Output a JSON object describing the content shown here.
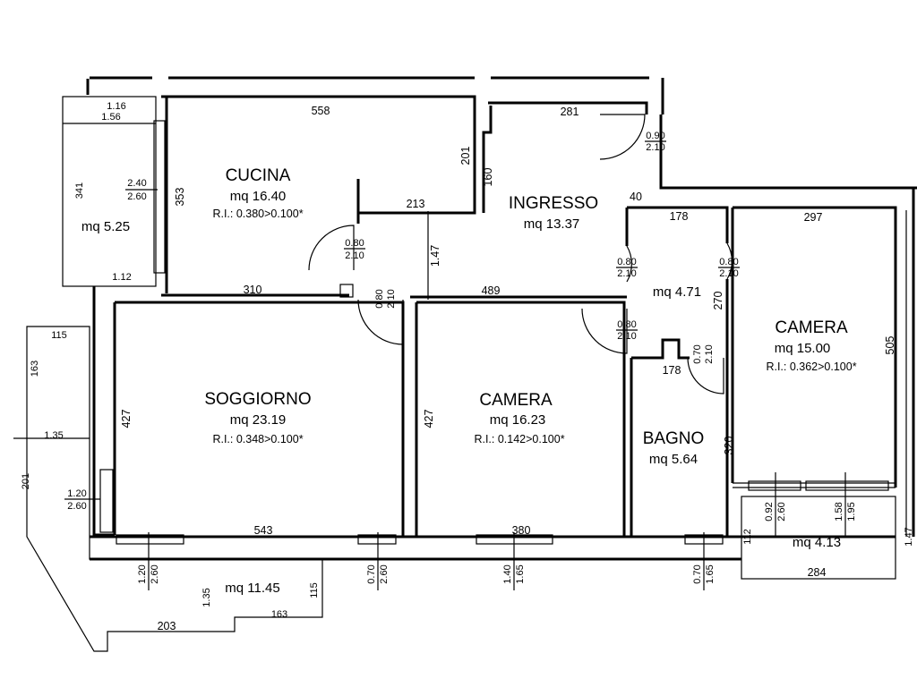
{
  "rooms": {
    "cucina": {
      "name": "CUCINA",
      "area": "mq  16.40",
      "ri": "R.I.:  0.380>0.100*"
    },
    "ingresso": {
      "name": "INGRESSO",
      "area": "mq  13.37"
    },
    "soggiorno": {
      "name": "SOGGIORNO",
      "area": "mq  23.19",
      "ri": "R.I.:  0.348>0.100*"
    },
    "camera1": {
      "name": "CAMERA",
      "area": "mq  16.23",
      "ri": "R.I.:  0.142>0.100*"
    },
    "camera2": {
      "name": "CAMERA",
      "area": "mq  15.00",
      "ri": "R.I.:  0.362>0.100*"
    },
    "bagno": {
      "name": "BAGNO",
      "area": "mq  5.64"
    },
    "disimpegno": {
      "area": "mq  4.71"
    },
    "balcone_cucina": {
      "area": "mq  5.25"
    },
    "balcone_soggiorno": {
      "area": "mq  11.45"
    },
    "balcone_camera": {
      "area": "mq  4.13"
    }
  },
  "dimensions": {
    "d558": "558",
    "d281": "281",
    "d201": "201",
    "d160": "160",
    "d213": "213",
    "d40": "40",
    "d178a": "178",
    "d297": "297",
    "d353": "353",
    "d310": "310",
    "d489": "489",
    "d147": "1.47",
    "d270": "270",
    "d505": "505",
    "d178b": "178",
    "d427a": "427",
    "d427b": "427",
    "d320": "320",
    "d543": "543",
    "d380": "380",
    "d284": "284",
    "d116": "1.16",
    "d156": "1.56",
    "d341": "341",
    "d112": "1.12",
    "d115a": "115",
    "d163": "163",
    "d135a": "1.35",
    "d201b": "201",
    "d203": "203",
    "d163b": "163",
    "d115b": "115",
    "d135b": "1.35",
    "d112b": "112",
    "d147b": "1.47"
  },
  "openings": {
    "o1_top": "0.90",
    "o1_bot": "2.10",
    "o2_top": "0.80",
    "o2_bot": "2.10",
    "o3_top": "0.80",
    "o3_bot": "2.10",
    "o4_top": "0.80",
    "o4_bot": "2.10",
    "o5_top": "0.80",
    "o5_bot": "2.10",
    "o6_top": "0.80",
    "o6_bot": "2.10",
    "o7_top": "0.70",
    "o7_bot": "2.10",
    "o8_top": "2.40",
    "o8_bot": "2.60",
    "o9_top": "1.20",
    "o9_bot": "2.60",
    "w1_top": "1.20",
    "w1_bot": "2.60",
    "w2_top": "0.70",
    "w2_bot": "2.60",
    "w3_top": "1.40",
    "w3_bot": "1.65",
    "w4_top": "0.70",
    "w4_bot": "1.65",
    "w5_top": "0.92",
    "w5_bot": "2.60",
    "w6_top": "1.58",
    "w6_bot": "1.95"
  }
}
